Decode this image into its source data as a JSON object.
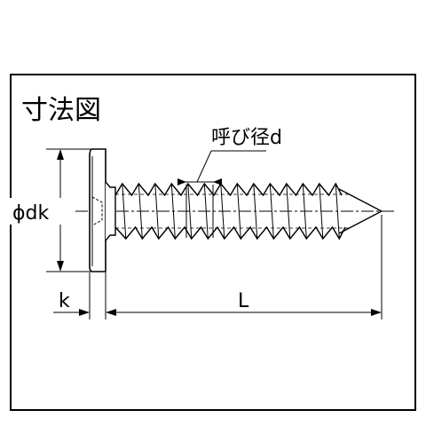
{
  "title": "寸法図",
  "labels": {
    "nominal_diameter": "呼び径d",
    "head_diameter": "ϕdk",
    "head_height": "k",
    "length": "L"
  },
  "colors": {
    "line": "#000000",
    "background": "#ffffff"
  }
}
